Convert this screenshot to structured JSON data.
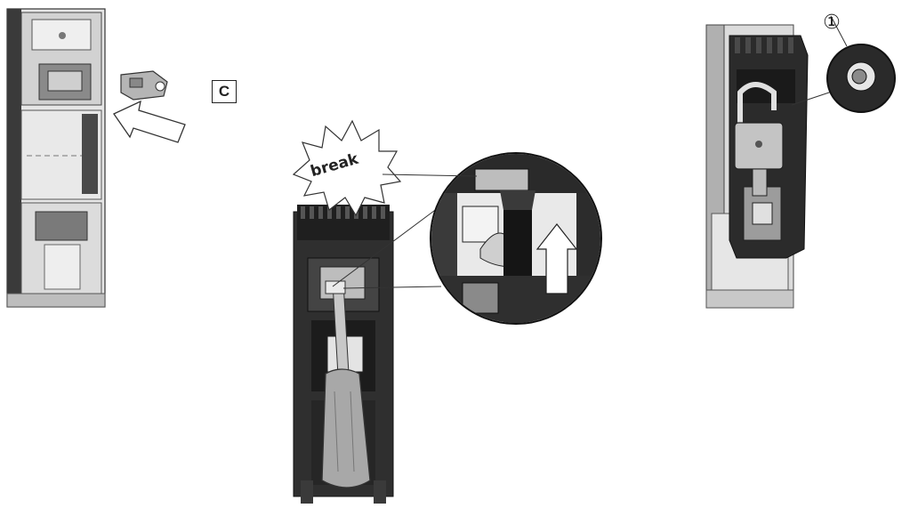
{
  "step_label": "C",
  "burst_text": "break",
  "callout_number": "①",
  "figures": [
    {
      "id": "fig-left",
      "depicts": "fuse-base-with-lock-clip"
    },
    {
      "id": "fig-middle",
      "depicts": "screwdriver-breaking-tab"
    },
    {
      "id": "fig-right",
      "depicts": "padlocked-fuse-carrier"
    }
  ],
  "colors": {
    "line": "#222222",
    "dark_part": "#2a2a2a",
    "light_part": "#d8d8d8",
    "mid_part": "#9a9a9a"
  }
}
